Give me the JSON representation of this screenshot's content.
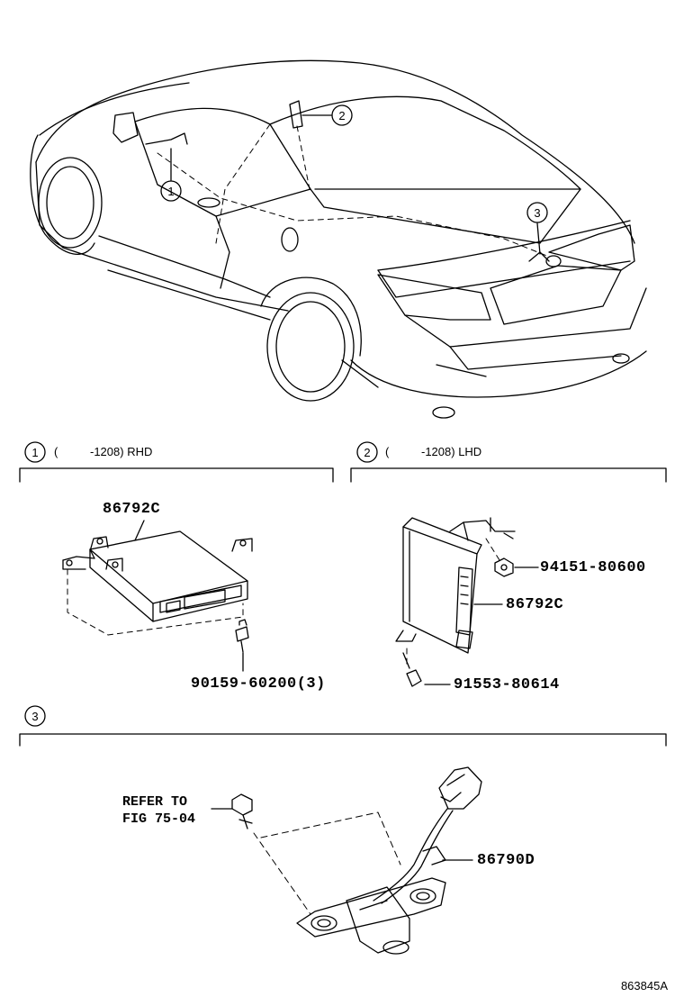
{
  "callouts": {
    "c1": "1",
    "c2": "2",
    "c3": "3"
  },
  "sections": {
    "s1": {
      "num": "1",
      "open": "(",
      "range": "-1208) RHD"
    },
    "s2": {
      "num": "2",
      "open": "(",
      "range": "-1208) LHD"
    },
    "s3": {
      "num": "3"
    }
  },
  "parts": {
    "p1_ecu": "86792C",
    "p1_bolt": "90159-60200(3)",
    "p2_nut": "94151-80600",
    "p2_ecu": "86792C",
    "p2_bolt": "91553-80614",
    "p3_camera": "86790D"
  },
  "refer": {
    "line1": "REFER TO",
    "line2": "FIG 75-04"
  },
  "illustration_id": "863845A"
}
